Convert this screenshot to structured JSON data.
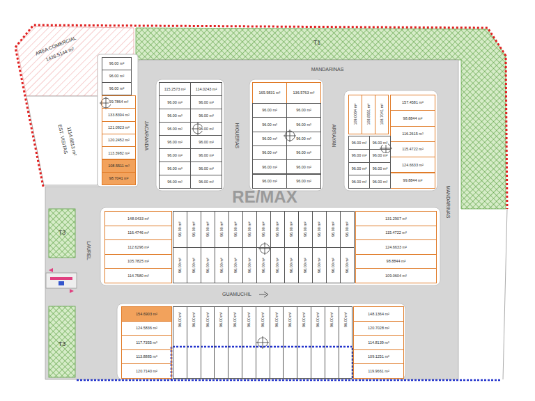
{
  "diagram": {
    "nodes": [
      {
        "text": [
          "96.00 m²"
        ]
      },
      {
        "text": [
          "96.00 m²"
        ]
      },
      {
        "text": [
          "96.00 m²"
        ]
      },
      {
        "text": [
          "99.7864 m²"
        ]
      },
      {
        "text": [
          "133.8394 m²"
        ]
      },
      {
        "text": [
          "121.0923 m²"
        ]
      },
      {
        "text": [
          "120.2452 m²"
        ]
      },
      {
        "text": [
          "113.3982 m²"
        ]
      },
      {
        "text": [
          "108.5511 m²"
        ]
      },
      {
        "text": [
          "98.7041 m²"
        ]
      },
      {
        "text": [
          "115.2573 m²"
        ]
      },
      {
        "text": [
          "114.0243 m²"
        ]
      },
      {
        "text": [
          "96.00 m²"
        ]
      },
      {
        "text": [
          "96.00 m²"
        ]
      },
      {
        "text": [
          "96.00 m²"
        ]
      },
      {
        "text": [
          "96.00 m²"
        ]
      },
      {
        "text": [
          "96.00 m²"
        ]
      },
      {
        "text": [
          "96.00 m²"
        ]
      },
      {
        "text": [
          "96.00 m²"
        ]
      },
      {
        "text": [
          "96.00 m²"
        ]
      },
      {
        "text": [
          "96.00 m²"
        ]
      },
      {
        "text": [
          "96.00 m²"
        ]
      },
      {
        "text": [
          "96.00 m²"
        ]
      },
      {
        "text": [
          "96.00 m²"
        ]
      },
      {
        "text": [
          "96.00 m²"
        ]
      },
      {
        "text": [
          "96.00 m²"
        ]
      },
      {
        "text": [
          "165.9831 m²"
        ]
      },
      {
        "text": [
          "136.5763 m²"
        ]
      },
      {
        "text": [
          "96.00 m²"
        ]
      },
      {
        "text": [
          "96.00 m²"
        ]
      },
      {
        "text": [
          "96.00 m²"
        ]
      },
      {
        "text": [
          "96.00 m²"
        ]
      },
      {
        "text": [
          "96.00 m²"
        ]
      },
      {
        "text": [
          "96.00 m²"
        ]
      },
      {
        "text": [
          "96.00 m²"
        ]
      },
      {
        "text": [
          "96.00 m²"
        ]
      },
      {
        "text": [
          "96.00 m²"
        ]
      },
      {
        "text": [
          "96.00 m²"
        ]
      },
      {
        "text": [
          "96.00 m²"
        ]
      },
      {
        "text": [
          "96.00 m²"
        ]
      },
      {
        "text": [
          "109.0064 m²"
        ]
      },
      {
        "text": [
          "108.8551 m²"
        ]
      },
      {
        "text": [
          "108.7041 m²"
        ]
      },
      {
        "text": [
          "157.4581 m²"
        ]
      },
      {
        "text": [
          "98.8844 m²"
        ]
      },
      {
        "text": [
          "116.2615 m²"
        ]
      },
      {
        "text": [
          "115.4722 m²"
        ]
      },
      {
        "text": [
          "124.6633 m²"
        ]
      },
      {
        "text": [
          "99.8844 m²"
        ]
      },
      {
        "text": [
          "96.00 m²"
        ]
      },
      {
        "text": [
          "96.00 m²"
        ]
      },
      {
        "text": [
          "96.00 m²"
        ]
      },
      {
        "text": [
          "96.00 m²"
        ]
      },
      {
        "text": [
          "96.00 m²"
        ]
      },
      {
        "text": [
          "96.00 m²"
        ]
      },
      {
        "text": [
          "96.00 m²"
        ]
      },
      {
        "text": [
          "96.00 m²"
        ]
      },
      {
        "text": [
          "148.0433 m²"
        ]
      },
      {
        "text": [
          "116.4746 m²"
        ]
      },
      {
        "text": [
          "112.6296 m²"
        ]
      },
      {
        "text": [
          "105.7825 m²"
        ]
      },
      {
        "text": [
          "114.7580 m²"
        ]
      },
      {
        "text": [
          "96.00 m²"
        ]
      },
      {
        "text": [
          "96.00 m²"
        ]
      },
      {
        "text": [
          "96.00 m²"
        ]
      },
      {
        "text": [
          "96.00 m²"
        ]
      },
      {
        "text": [
          "96.00 m²"
        ]
      },
      {
        "text": [
          "96.00 m²"
        ]
      },
      {
        "text": [
          "96.00 m²"
        ]
      },
      {
        "text": [
          "96.00 m²"
        ]
      },
      {
        "text": [
          "96.00 m²"
        ]
      },
      {
        "text": [
          "96.00 m²"
        ]
      },
      {
        "text": [
          "96.00 m²"
        ]
      },
      {
        "text": [
          "96.00 m²"
        ]
      },
      {
        "text": [
          "96.00 m²"
        ]
      },
      {
        "text": [
          "96.00 m²"
        ]
      },
      {
        "text": [
          "96.00 m²"
        ]
      },
      {
        "text": [
          "96.00 m²"
        ]
      },
      {
        "text": [
          "96.00 m²"
        ]
      },
      {
        "text": [
          "96.00 m²"
        ]
      },
      {
        "text": [
          "96.00 m²"
        ]
      },
      {
        "text": [
          "96.00 m²"
        ]
      },
      {
        "text": [
          "96.00 m²"
        ]
      },
      {
        "text": [
          "96.00 m²"
        ]
      },
      {
        "text": [
          "96.00 m²"
        ]
      },
      {
        "text": [
          "96.00 m²"
        ]
      },
      {
        "text": [
          "96.00 m²"
        ]
      },
      {
        "text": [
          "96.00 m²"
        ]
      },
      {
        "text": [
          "131.2907 m²"
        ]
      },
      {
        "text": [
          "115.4722 m²"
        ]
      },
      {
        "text": [
          "124.6633 m²"
        ]
      },
      {
        "text": [
          "98.8844 m²"
        ]
      },
      {
        "text": [
          "109.0604 m²"
        ]
      },
      {
        "text": [
          "154.6903 m²"
        ]
      },
      {
        "text": [
          "124.5836 m²"
        ]
      },
      {
        "text": [
          "117.7355 m²"
        ]
      },
      {
        "text": [
          "113.8885 m²"
        ]
      },
      {
        "text": [
          "120.7140 m²"
        ]
      },
      {
        "text": [
          "96.00 m²"
        ]
      },
      {
        "text": [
          "96.00 m²"
        ]
      },
      {
        "text": [
          "96.00 m²"
        ]
      },
      {
        "text": [
          "96.00 m²"
        ]
      },
      {
        "text": [
          "96.00 m²"
        ]
      },
      {
        "text": [
          "96.00 m²"
        ]
      },
      {
        "text": [
          "96.00 m²"
        ]
      },
      {
        "text": [
          "96.00 m²"
        ]
      },
      {
        "text": [
          "96.00 m²"
        ]
      },
      {
        "text": [
          "96.00 m²"
        ]
      },
      {
        "text": [
          "96.00 m²"
        ]
      },
      {
        "text": [
          "96.00 m²"
        ]
      },
      {
        "text": [
          "96.00 m²"
        ]
      },
      {
        "text": [
          "148.1364 m²"
        ]
      },
      {
        "text": [
          "120.7028 m²"
        ]
      },
      {
        "text": [
          "114.8139 m²"
        ]
      },
      {
        "text": [
          "109.1251 m²"
        ]
      },
      {
        "text": [
          "119.9661 m²"
        ]
      }
    ],
    "labels": [
      "AREA COMERCIAL",
      "1426.5144 m²",
      "EST. VISITAS",
      "1114.6813 m²",
      "T1",
      "T3",
      "T3",
      "MANDARINAS",
      "JACARANDA",
      "HIGUERAS",
      "ARRAYAN",
      "MANDARINAS",
      "LAUREL",
      "GUAMUCHIL",
      "RE/MAX"
    ]
  }
}
